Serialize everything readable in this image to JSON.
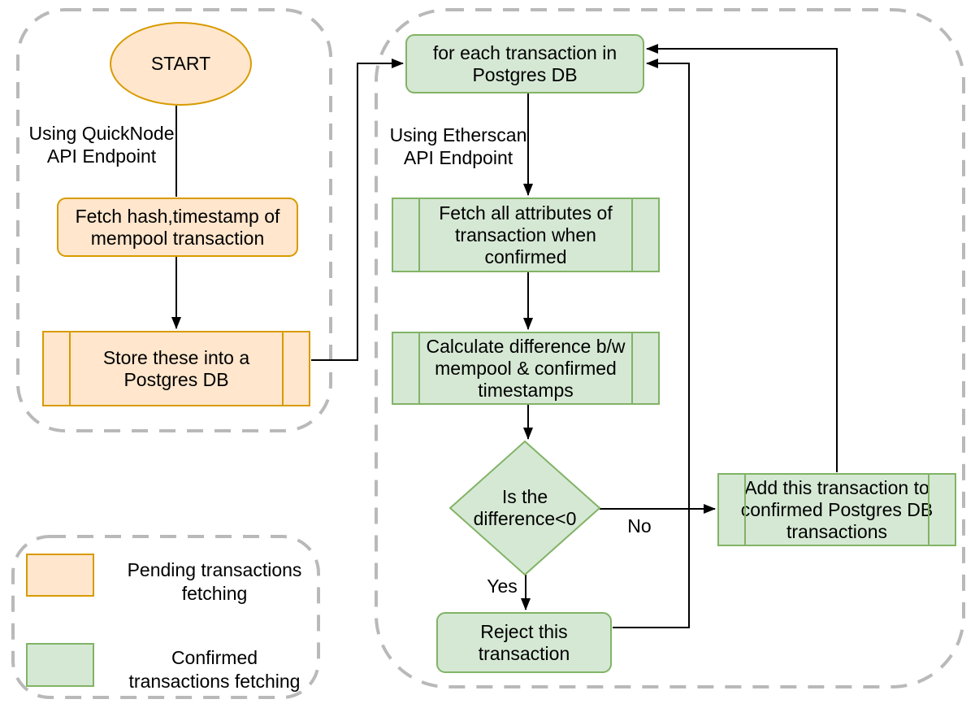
{
  "diagram_type": "flowchart",
  "colors": {
    "pending_fill": "#FFE6CC",
    "pending_stroke": "#D79B00",
    "confirmed_fill": "#D5E8D4",
    "confirmed_stroke": "#82B366",
    "connector": "#000000",
    "container_dash": "#B9B9B9",
    "text": "#000000",
    "background": "#FFFFFF"
  },
  "nodes": {
    "start": {
      "label": "START",
      "shape": "ellipse",
      "group": "pending"
    },
    "fetch_mempool": {
      "label": "Fetch hash,timestamp of\nmempool transaction",
      "shape": "rounded-rect",
      "group": "pending"
    },
    "store_postgres": {
      "label": "Store these into a\nPostgres DB",
      "shape": "predefined-process",
      "group": "pending"
    },
    "for_each": {
      "label": "for each transaction in\nPostgres DB",
      "shape": "rounded-rect",
      "group": "confirmed"
    },
    "fetch_attributes": {
      "label": "Fetch all attributes of\ntransaction when\nconfirmed",
      "shape": "predefined-process",
      "group": "confirmed"
    },
    "calc_difference": {
      "label": "Calculate difference b/w\nmempool & confirmed\ntimestamps",
      "shape": "predefined-process",
      "group": "confirmed"
    },
    "decision": {
      "label": "Is the\ndifference<0",
      "shape": "diamond",
      "group": "confirmed"
    },
    "add_confirmed": {
      "label": "Add this transaction to\nconfirmed Postgres DB\ntransactions",
      "shape": "predefined-process",
      "group": "confirmed"
    },
    "reject": {
      "label": "Reject this\ntransaction",
      "shape": "rounded-rect",
      "group": "confirmed"
    }
  },
  "notes": {
    "quicknode": {
      "label": "Using QuickNode\nAPI Endpoint"
    },
    "etherscan": {
      "label": "Using Etherscan\nAPI Endpoint"
    }
  },
  "edge_labels": {
    "yes": "Yes",
    "no": "No"
  },
  "legend": {
    "items": [
      {
        "key": "pending",
        "swatch_fill": "#FFE6CC",
        "swatch_stroke": "#D79B00",
        "label": "Pending transactions\nfetching"
      },
      {
        "key": "confirmed",
        "swatch_fill": "#D5E8D4",
        "swatch_stroke": "#82B366",
        "label": "Confirmed\ntransactions fetching"
      }
    ]
  }
}
